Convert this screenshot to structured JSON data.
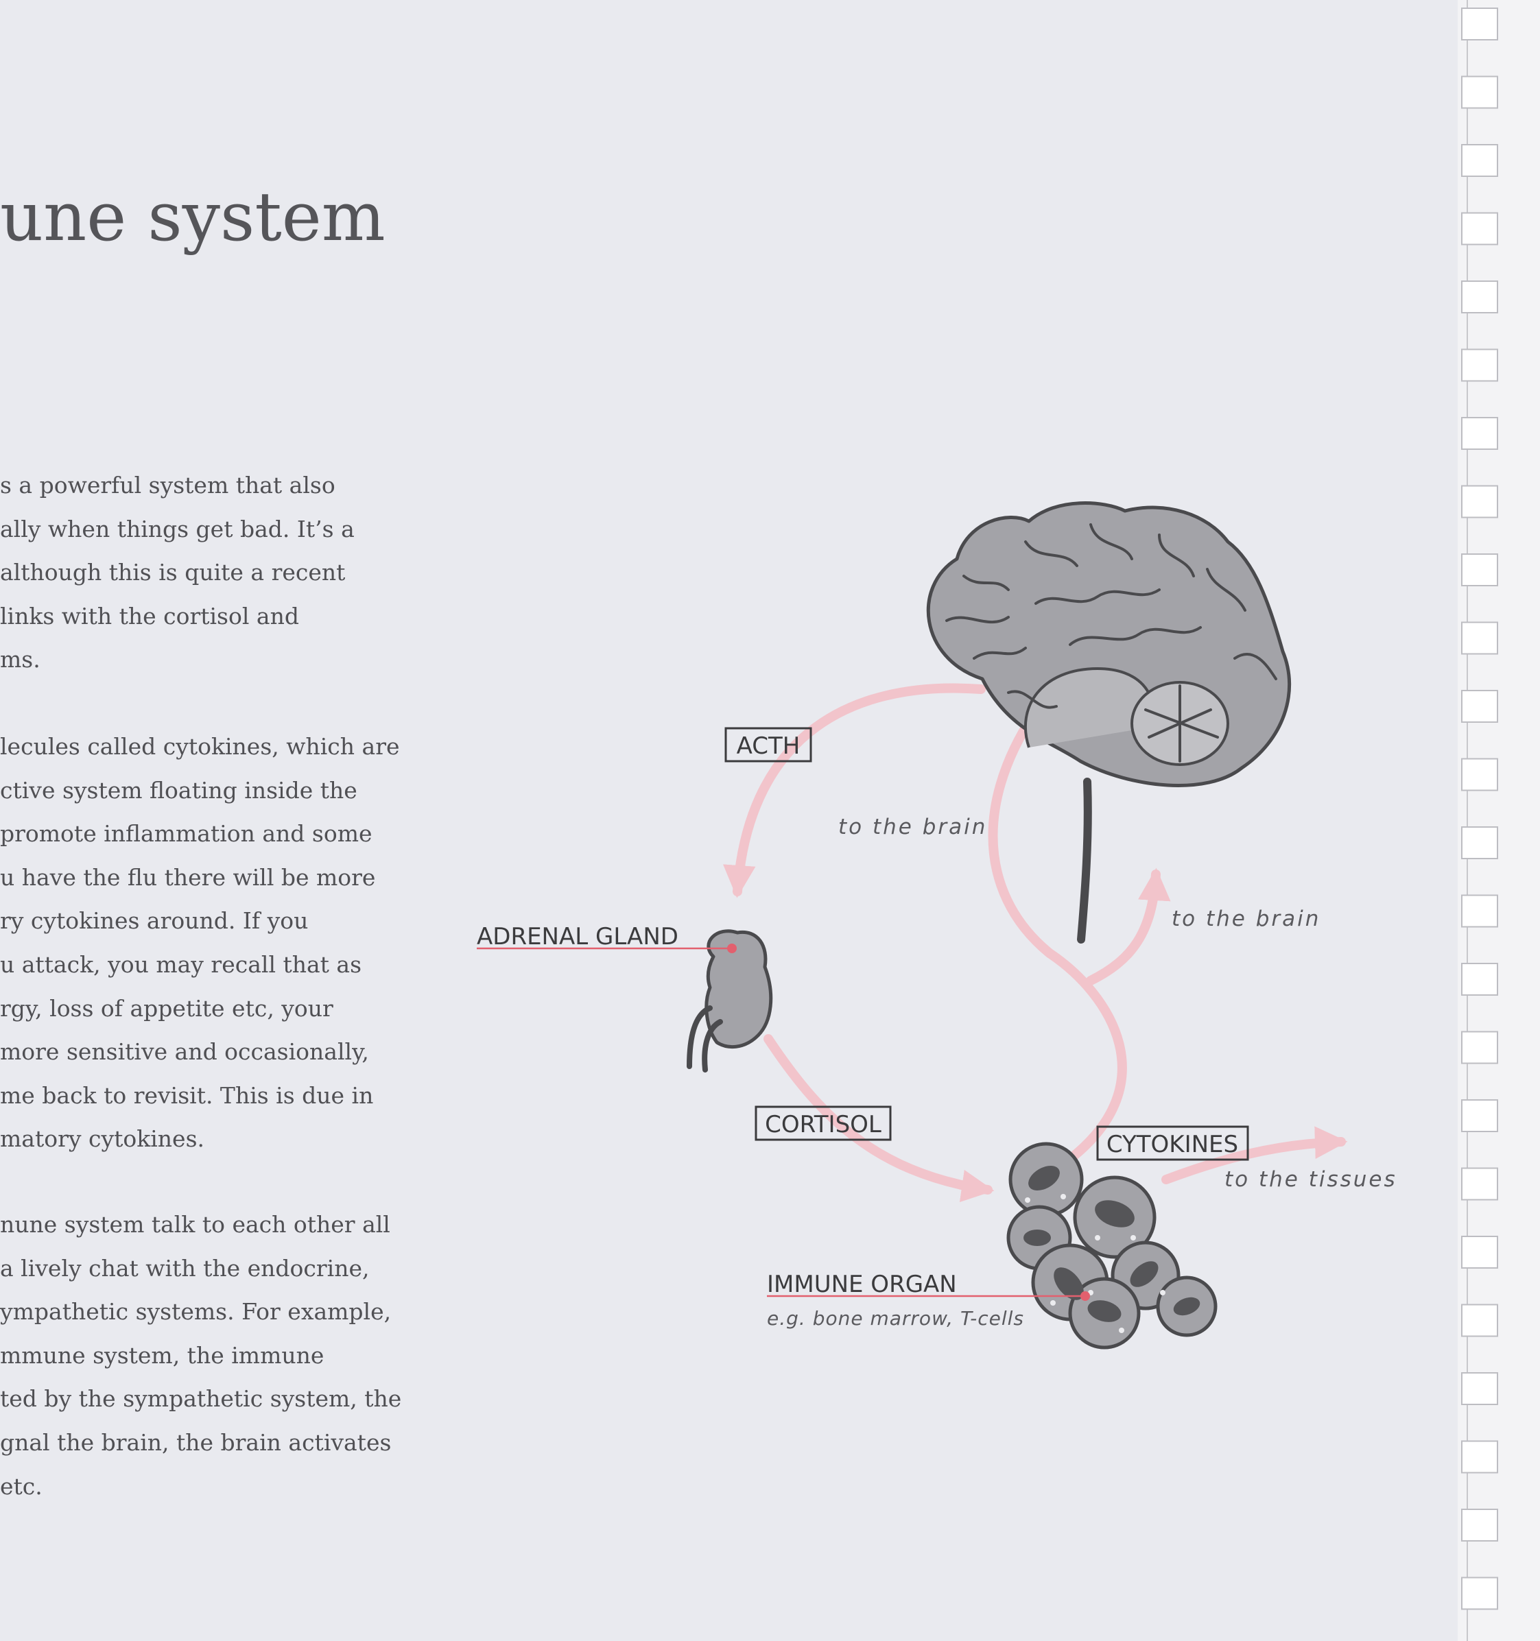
{
  "page": {
    "title": "une system",
    "paragraphs": [
      [
        "s a powerful system that also",
        "ally when things get bad. It’s a",
        " although this is quite a recent",
        "links with the cortisol and",
        "ms."
      ],
      [
        "lecules called cytokines, which are",
        "ctive system floating inside the",
        "promote inflammation and some",
        "u have the flu there will be more",
        "ry cytokines around. If you",
        "u attack, you may recall that as",
        "rgy, loss of appetite etc, your",
        "more sensitive and occasionally,",
        "me back to revisit. This is due in",
        "matory cytokines."
      ],
      [
        "nune system talk to each other all",
        "a lively chat with the endocrine,",
        "ympathetic systems. For example,",
        "mmune system, the immune",
        "ted by the sympathetic system, the",
        "gnal the brain, the brain activates",
        " etc."
      ]
    ]
  },
  "diagram": {
    "labels": {
      "acth": "ACTH",
      "adrenal": "ADRENAL GLAND",
      "cortisol": "CORTISOL",
      "cytokines": "CYTOKINES",
      "immune_organ": "IMMUNE ORGAN",
      "immune_example": "e.g. bone marrow, T-cells",
      "to_brain_1": "to the brain",
      "to_brain_2": "to the brain",
      "to_tissues": "to the tissues"
    },
    "icons": [
      "brain-icon",
      "adrenal-gland-icon",
      "immune-cells-icon"
    ],
    "colors": {
      "arrow": "#f2c4cb",
      "pointer": "#e2606e",
      "organ_fill": "#a3a3a8",
      "organ_outline": "#4a4a4d",
      "page": "#e9eaef"
    }
  }
}
